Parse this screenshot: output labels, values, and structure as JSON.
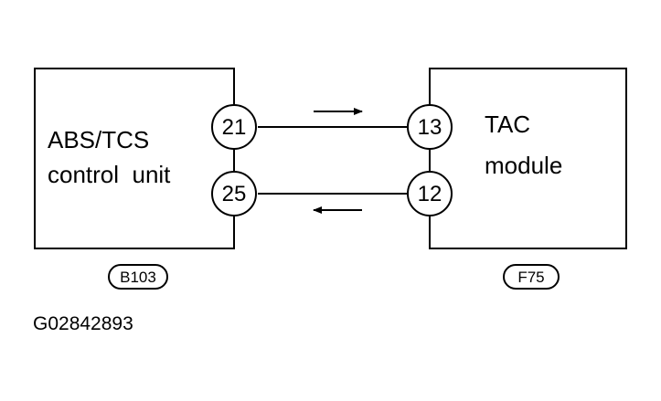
{
  "units": {
    "left": {
      "line1": "ABS/TCS",
      "line2": "control  unit",
      "connector": "B103"
    },
    "right": {
      "line1": "TAC",
      "line2": "module",
      "connector": "F75"
    }
  },
  "pins": {
    "left_top": "21",
    "left_bottom": "25",
    "right_top": "13",
    "right_bottom": "12"
  },
  "signals": [
    {
      "from": "21",
      "to": "13",
      "direction": "right"
    },
    {
      "from": "12",
      "to": "25",
      "direction": "left"
    }
  ],
  "figure_code": "G02842893"
}
